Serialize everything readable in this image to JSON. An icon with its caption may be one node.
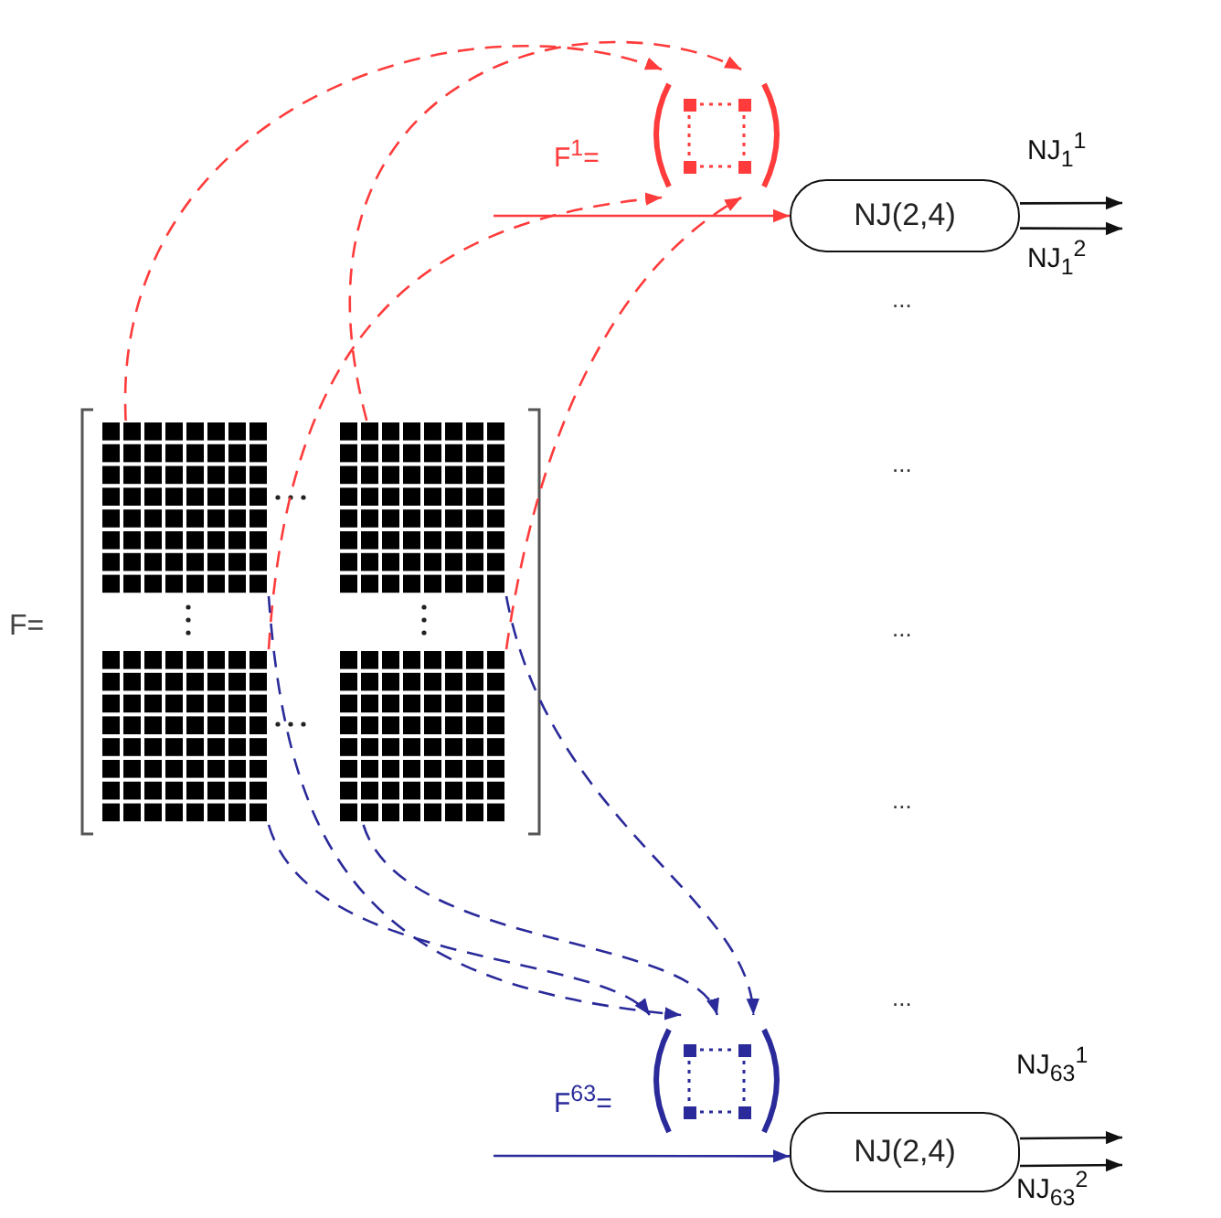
{
  "diagram": {
    "nodes": [
      {
        "text": [
          "F="
        ]
      },
      {
        "text": [],
        "shape": "box",
        "in": 0
      },
      {
        "text": [],
        "shape": "box",
        "in": 0
      },
      {
        "text": [],
        "shape": "box",
        "in": 0
      },
      {
        "text": [],
        "shape": "box",
        "in": 0
      },
      {
        "text": [
          "F$^{1}$="
        ]
      },
      {
        "text": [
          "NJ(2,4)"
        ]
      },
      {
        "text": [
          "F$^{63}$="
        ]
      },
      {
        "text": [
          "NJ(2,4)"
        ]
      }
    ],
    "edges": [
      {
        "from": 1,
        "to": 5,
        "arrow": "to",
        "style": "dashed",
        "color": "#ff3b3b"
      },
      {
        "from": 2,
        "to": 5,
        "arrow": "to",
        "style": "dashed",
        "color": "#ff3b3b"
      },
      {
        "from": 3,
        "to": 5,
        "arrow": "to",
        "style": "dashed",
        "color": "#ff3b3b"
      },
      {
        "from": 4,
        "to": 5,
        "arrow": "to",
        "style": "dashed",
        "color": "#ff3b3b"
      },
      {
        "from": null,
        "to": 6,
        "arrow": "to",
        "color": "#ff3b3b"
      },
      {
        "from": 6,
        "to": null,
        "arrow": "to",
        "label": "NJ$_{1}$$^{1}$",
        "color": "#111111"
      },
      {
        "from": 6,
        "to": null,
        "arrow": "to",
        "label": "NJ$_{1}$$^{2}$",
        "color": "#111111"
      },
      {
        "from": 1,
        "to": 7,
        "arrow": "to",
        "style": "dashed",
        "color": "#2a2a9a"
      },
      {
        "from": 3,
        "to": 7,
        "arrow": "to",
        "style": "dashed",
        "color": "#2a2a9a"
      },
      {
        "from": 2,
        "to": 7,
        "arrow": "to",
        "style": "dashed",
        "color": "#2a2a9a"
      },
      {
        "from": 4,
        "to": 7,
        "arrow": "to",
        "style": "dashed",
        "color": "#2a2a9a"
      },
      {
        "from": null,
        "to": 8,
        "arrow": "to",
        "color": "#2a2a9a"
      },
      {
        "from": 8,
        "to": null,
        "arrow": "to",
        "label": "NJ$_{63}$$^{1}$",
        "color": "#111111"
      },
      {
        "from": 8,
        "to": null,
        "arrow": "to",
        "label": "NJ$_{63}$$^{2}$",
        "color": "#111111"
      }
    ],
    "labels": [
      "...",
      "...",
      "...",
      "...",
      "..."
    ]
  }
}
